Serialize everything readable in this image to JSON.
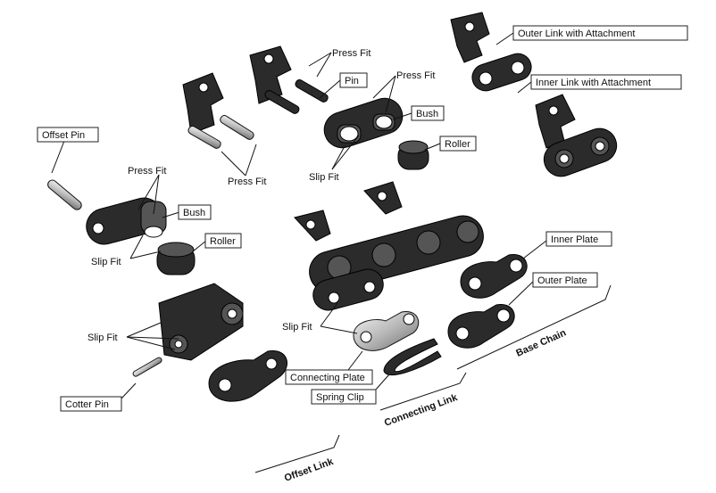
{
  "labels": {
    "outer_link_attachment": "Outer Link with Attachment",
    "inner_link_attachment": "Inner Link with Attachment",
    "offset_pin": "Offset Pin",
    "press_fit_1": "Press Fit",
    "press_fit_2": "Press Fit",
    "press_fit_3": "Press Fit",
    "press_fit_4": "Press Fit",
    "pin": "Pin",
    "bush_1": "Bush",
    "bush_2": "Bush",
    "roller_1": "Roller",
    "roller_2": "Roller",
    "slip_fit_1": "Slip Fit",
    "slip_fit_2": "Slip Fit",
    "slip_fit_3": "Slip Fit",
    "slip_fit_4": "Slip Fit",
    "inner_plate": "Inner Plate",
    "outer_plate": "Outer Plate",
    "connecting_plate": "Connecting Plate",
    "spring_clip": "Spring Clip",
    "cotter_pin": "Cotter Pin"
  },
  "groups": {
    "base_chain": "Base Chain",
    "connecting_link": "Connecting Link",
    "offset_link": "Offset Link"
  }
}
